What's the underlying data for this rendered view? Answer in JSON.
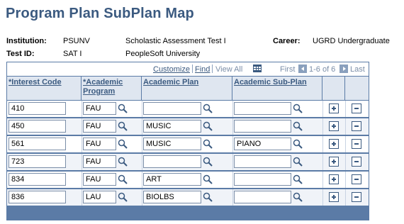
{
  "page": {
    "title": "Program Plan SubPlan Map"
  },
  "header": {
    "institution_label": "Institution:",
    "institution_value": "PSUNV",
    "test_desc": "Scholastic Assessment Test I",
    "career_label": "Career:",
    "career_value": "UGRD Undergraduate",
    "test_id_label": "Test ID:",
    "test_id_value": "SAT I",
    "university": "PeopleSoft University"
  },
  "grid": {
    "customize": "Customize",
    "find": "Find",
    "view_all": "View All",
    "first": "First",
    "range": "1-6 of 6",
    "last": "Last",
    "columns": {
      "interest": "*Interest Code",
      "program_line1": "*Academic",
      "program_line2": "Program",
      "plan": "Academic Plan",
      "subplan": "Academic Sub-Plan"
    },
    "rows": [
      {
        "interest": "410",
        "program": "FAU",
        "plan": "",
        "subplan": ""
      },
      {
        "interest": "450",
        "program": "FAU",
        "plan": "MUSIC",
        "subplan": ""
      },
      {
        "interest": "561",
        "program": "FAU",
        "plan": "MUSIC",
        "subplan": "PIANO"
      },
      {
        "interest": "723",
        "program": "FAU",
        "plan": "",
        "subplan": ""
      },
      {
        "interest": "834",
        "program": "FAU",
        "plan": "ART",
        "subplan": ""
      },
      {
        "interest": "836",
        "program": "LAU",
        "plan": "BIOLBS",
        "subplan": ""
      }
    ]
  },
  "icons": {
    "lookup": "magnifier-icon",
    "add": "plus-icon",
    "delete": "minus-icon",
    "grid": "grid-download-icon"
  },
  "colors": {
    "accent": "#3b5a80",
    "grid_border": "#5b7ba6",
    "header_bg": "#dfe6f0"
  }
}
